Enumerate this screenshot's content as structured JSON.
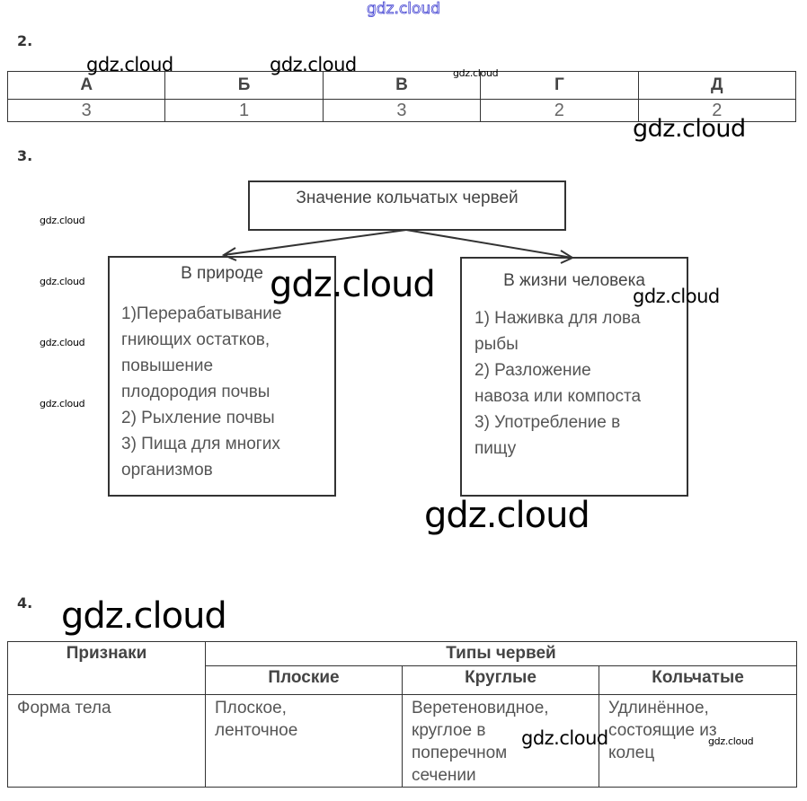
{
  "watermark": {
    "text": "gdz.cloud",
    "top_color": "#3b3bd0"
  },
  "task2": {
    "number": "2.",
    "headers": [
      "А",
      "Б",
      "В",
      "Г",
      "Д"
    ],
    "values": [
      "3",
      "1",
      "3",
      "2",
      "2"
    ]
  },
  "task3": {
    "number": "3.",
    "root": "Значение кольчатых червей",
    "branches": [
      {
        "title": "В природе",
        "lines": [
          "1)Перерабатывание",
          "гниющих остатков,",
          "повышение",
          "плодородия почвы",
          "2) Рыхление почвы",
          "3) Пища для многих",
          "организмов"
        ]
      },
      {
        "title": "В жизни человека",
        "lines": [
          "1) Наживка для лова",
          "рыбы",
          "2) Разложение",
          "навоза или компоста",
          "3) Употребление в",
          "пищу"
        ]
      }
    ]
  },
  "task4": {
    "number": "4.",
    "header_signs": "Признаки",
    "header_types": "Типы червей",
    "types": [
      "Плоские",
      "Круглые",
      "Кольчатые"
    ],
    "rows": [
      {
        "sign": "Форма тела",
        "cells": [
          [
            "Плоское,",
            "ленточное"
          ],
          [
            "Веретеновидное,",
            "круглое в",
            "поперечном",
            "сечении"
          ],
          [
            "Удлинённое,",
            "состоящие из",
            "колец"
          ]
        ]
      }
    ]
  }
}
